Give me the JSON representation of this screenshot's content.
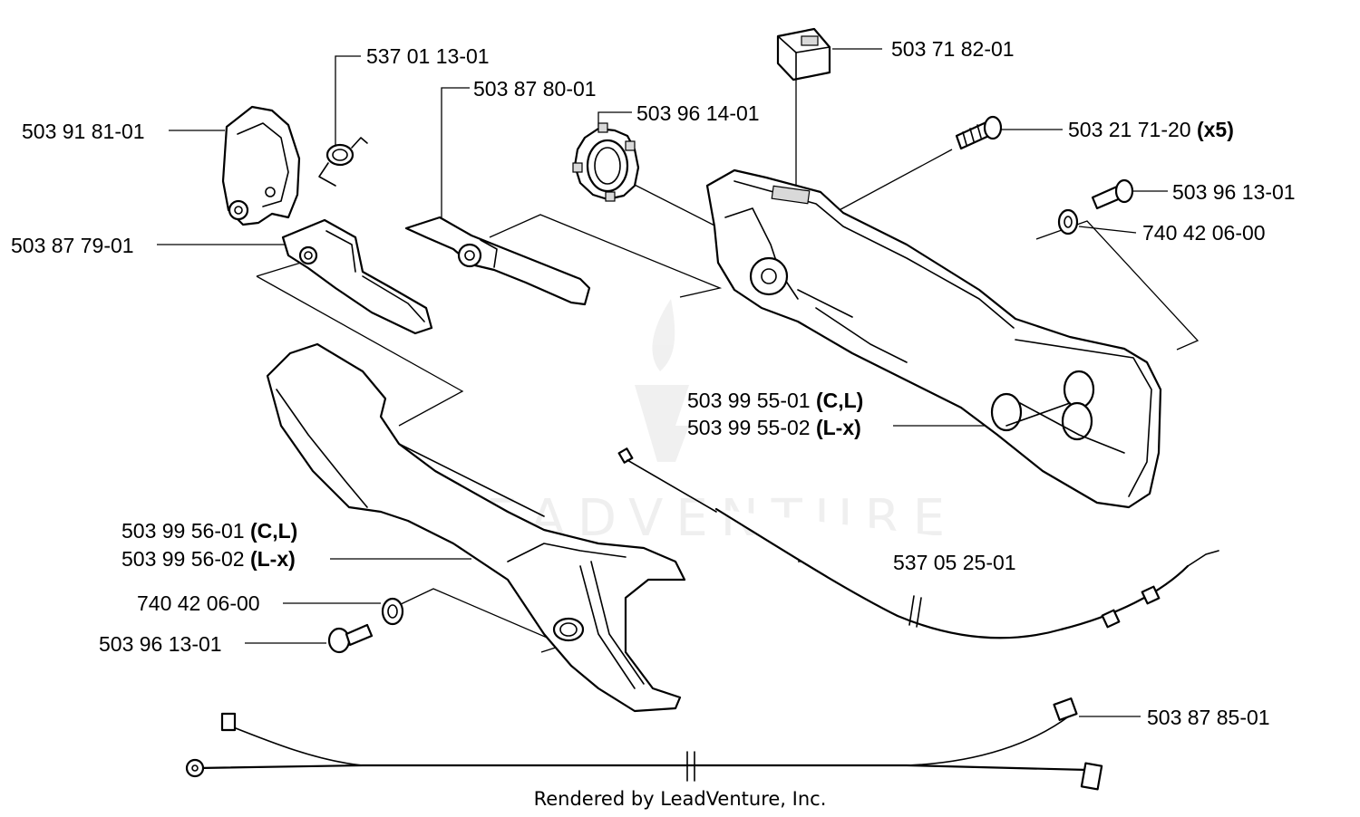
{
  "watermark": {
    "brand": "LEADVENTURE",
    "mark_icon": "flame-v-logo"
  },
  "footer": "Rendered by LeadVenture, Inc.",
  "parts": [
    {
      "number": "537 01 13-01",
      "note": ""
    },
    {
      "number": "503 87 80-01",
      "note": ""
    },
    {
      "number": "503 91 81-01",
      "note": ""
    },
    {
      "number": "503 96 14-01",
      "note": ""
    },
    {
      "number": "503 87 79-01",
      "note": ""
    },
    {
      "number": "503 71 82-01",
      "note": ""
    },
    {
      "number": "503 21 71-20",
      "note": "(x5)"
    },
    {
      "number": "503 96 13-01",
      "note": ""
    },
    {
      "number": "740 42 06-00",
      "note": ""
    },
    {
      "number": "503 99 55-01",
      "note": "(C,L)"
    },
    {
      "number": "503 99 55-02",
      "note": "(L-x)"
    },
    {
      "number": "537 05 25-01",
      "note": ""
    },
    {
      "number": "503 99 56-01",
      "note": "(C,L)"
    },
    {
      "number": "503 99 56-02",
      "note": "(L-x)"
    },
    {
      "number": "740 42 06-00",
      "note": ""
    },
    {
      "number": "503 96 13-01",
      "note": ""
    },
    {
      "number": "503 87 85-01",
      "note": ""
    }
  ]
}
